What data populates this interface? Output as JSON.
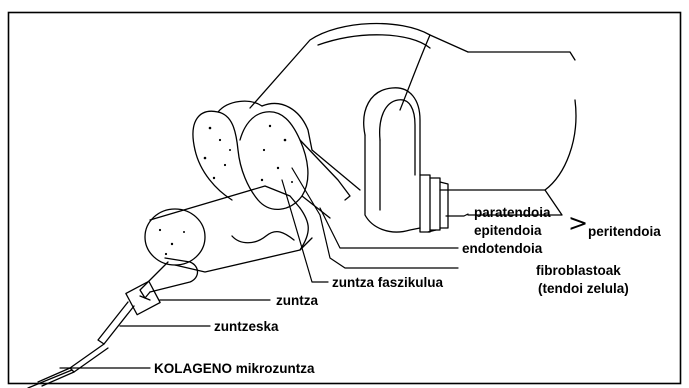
{
  "labels": {
    "paratendoia": "paratendoia",
    "epitendoia": "epitendoia",
    "peritendoia": "peritendoia",
    "endotendoia": "endotendoia",
    "fibroblastoak_1": "fibroblastoak",
    "fibroblastoak_2": "(tendoi zelula)",
    "zuntza_faszikulua": "zuntza faszikulua",
    "zuntza": "zuntza",
    "zuntzeska": "zuntzeska",
    "kolageno": "KOLAGENO mikrozuntza"
  },
  "brace_glyph": ">"
}
